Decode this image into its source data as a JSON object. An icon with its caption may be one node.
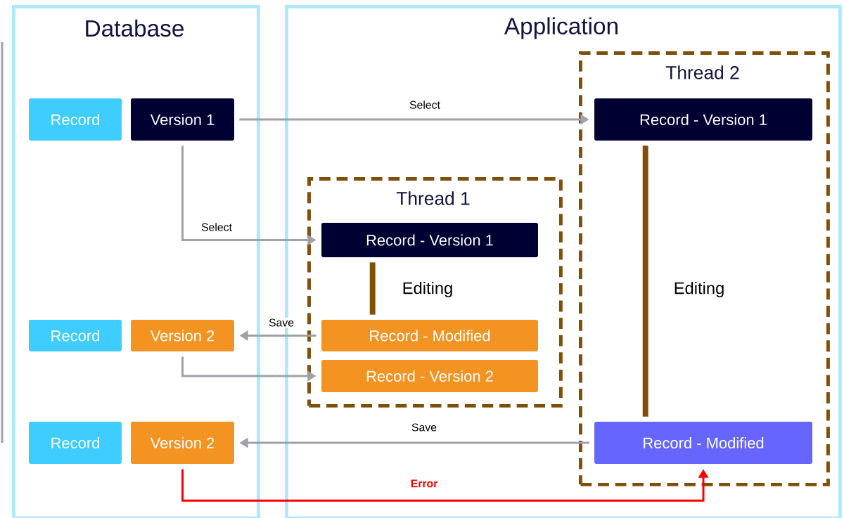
{
  "diagram": {
    "nodes": [
      {
        "text": [
          "Database"
        ]
      },
      {
        "text": [
          "Record"
        ],
        "in": 0
      },
      {
        "text": [
          "Version 1"
        ],
        "in": 0
      },
      {
        "text": [
          "Record"
        ],
        "in": 0
      },
      {
        "text": [
          "Version 2"
        ],
        "in": 0
      },
      {
        "text": [
          "Record"
        ],
        "in": 0
      },
      {
        "text": [
          "Version 2"
        ],
        "in": 0
      },
      {
        "text": [
          "Application"
        ]
      },
      {
        "text": [
          "Thread 2"
        ],
        "in": 7
      },
      {
        "text": [
          "Record - Version 1"
        ],
        "in": 8
      },
      {
        "text": [
          "Record - Modified"
        ],
        "in": 8
      },
      {
        "text": [
          "Thread 1"
        ],
        "in": 7
      },
      {
        "text": [
          "Record - Version 1"
        ],
        "in": 11
      },
      {
        "text": [
          "Record - Modified"
        ],
        "in": 11
      },
      {
        "text": [
          "Record - Version 2"
        ],
        "in": 11
      }
    ],
    "edges": [
      {
        "from": 2,
        "to": 9,
        "arrow": "to",
        "label": "Select"
      },
      {
        "from": 2,
        "to": 12,
        "arrow": "to",
        "label": "Select"
      },
      {
        "from": 13,
        "to": 4,
        "arrow": "to",
        "label": "Save"
      },
      {
        "from": 4,
        "to": 14,
        "arrow": "to"
      },
      {
        "from": 10,
        "to": 6,
        "arrow": "to",
        "label": "Save"
      },
      {
        "from": 6,
        "to": 10,
        "arrow": "to",
        "label": "Error",
        "color": "#ff0000"
      },
      {
        "from": 9,
        "to": 10,
        "arrow": "none",
        "label": "Editing",
        "style": "thick",
        "color": "#7f4f0a"
      },
      {
        "from": 12,
        "to": 13,
        "arrow": "none",
        "label": "Editing",
        "style": "thick",
        "color": "#7f4f0a"
      }
    ]
  }
}
